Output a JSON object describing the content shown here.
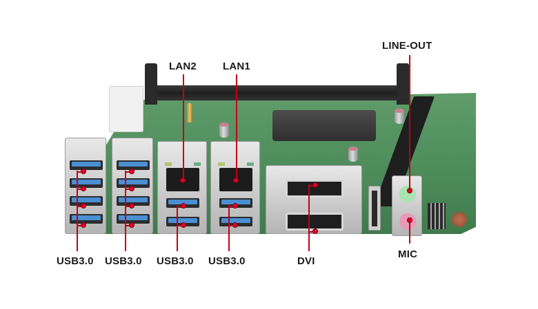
{
  "image": {
    "subject": "Mini-ITX industrial motherboard with rear I/O callouts",
    "background_color": "#ffffff",
    "accent_color": "#c0001a"
  },
  "callouts": {
    "line_out": {
      "label": "LINE-OUT"
    },
    "lan2": {
      "label": "LAN2"
    },
    "lan1": {
      "label": "LAN1"
    },
    "usb_a": {
      "label": "USB3.0"
    },
    "usb_b": {
      "label": "USB3.0"
    },
    "usb_c": {
      "label": "USB3.0"
    },
    "usb_d": {
      "label": "USB3.0"
    },
    "dvi": {
      "label": "DVI"
    },
    "mic": {
      "label": "MIC"
    }
  },
  "components": {
    "usb_stack_left": {
      "ports": 4,
      "color": "#4a8fd4"
    },
    "usb_stack_right": {
      "ports": 4,
      "color": "#4a8fd4"
    },
    "lan_usb_combo": {
      "count": 2,
      "usb_ports_each": 2
    },
    "dvi_connectors": {
      "count": 2
    },
    "audio_jacks": [
      {
        "name": "line-out",
        "color": "#9fe0a8"
      },
      {
        "name": "mic",
        "color": "#e89ab8"
      }
    ]
  }
}
